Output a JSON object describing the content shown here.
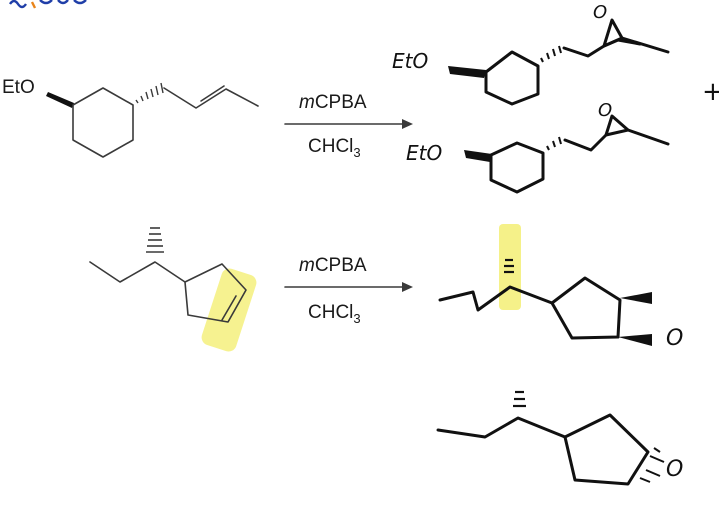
{
  "colors": {
    "highlight": "#f3ee6b",
    "ink": "#111111",
    "printed_bonds": "#3a3a3a",
    "header_fragment": "#1f3ea8",
    "header_accent": "#e8841a"
  },
  "reaction_1": {
    "substrate_label": "EtO",
    "reagent_top": "mCPBA",
    "reagent_top_italic": "m",
    "reagent_top_rest": "CPBA",
    "reagent_bottom": "CHCl",
    "reagent_bottom_sub": "3",
    "product_a_label": "EtO",
    "product_a_oxygen": "O",
    "plus_sign": "+",
    "product_b_label": "EtO",
    "product_b_oxygen": "O"
  },
  "reaction_2": {
    "reagent_top_italic": "m",
    "reagent_top_rest": "CPBA",
    "reagent_bottom": "CHCl",
    "reagent_bottom_sub": "3",
    "product_a_oxygen": "O",
    "product_b_oxygen": "O"
  }
}
